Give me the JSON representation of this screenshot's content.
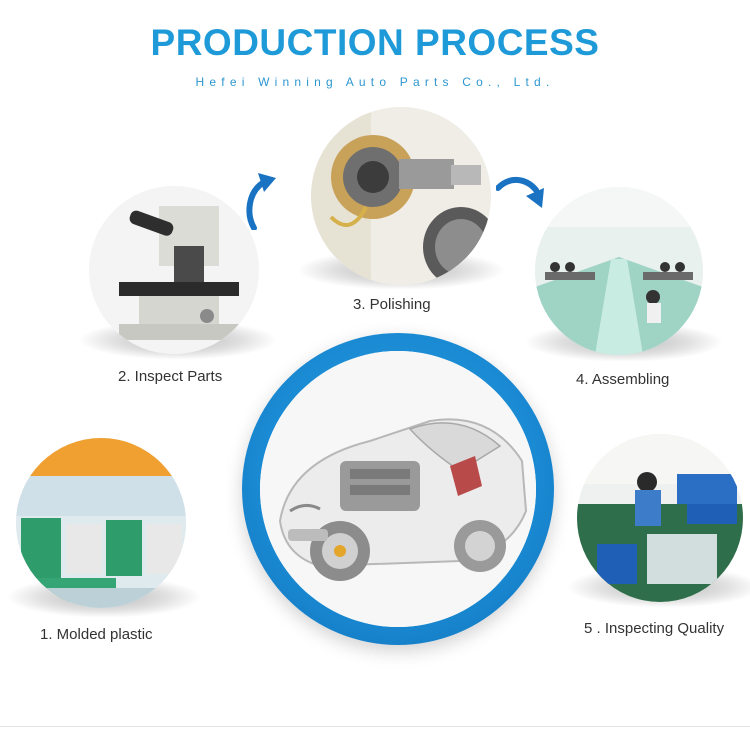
{
  "header": {
    "title": "PRODUCTION PROCESS",
    "subtitle": "Hefei Winning Auto Parts Co., Ltd."
  },
  "steps": [
    {
      "label": "1. Molded plastic"
    },
    {
      "label": "2. Inspect Parts"
    },
    {
      "label": "3. Polishing"
    },
    {
      "label": "4. Assembling"
    },
    {
      "label": "5 . Inspecting Quality"
    }
  ],
  "colors": {
    "accent": "#1f9ad8",
    "arrow": "#1a73c2",
    "label": "#333333"
  },
  "icons": {
    "arrow_left": "curved-arrow-up-icon",
    "arrow_right": "curved-arrow-right-icon"
  }
}
